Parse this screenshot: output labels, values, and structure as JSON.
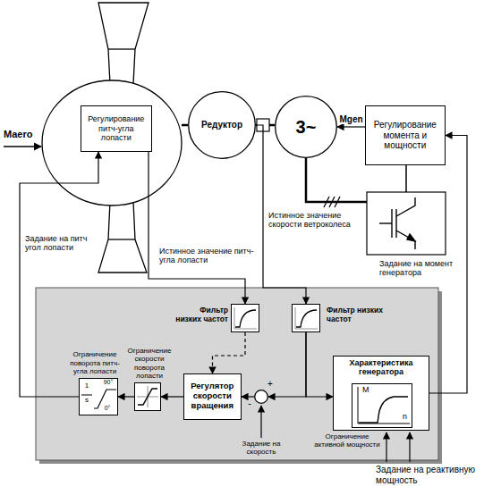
{
  "diagram": {
    "nodes": [
      {
        "text": [
          "Регулирование питч-угла лопасти"
        ]
      },
      {
        "text": [
          "Редуктор"
        ]
      },
      {
        "text": [
          "3~"
        ]
      },
      {
        "text": [
          "Регулирование момента и мощности"
        ]
      },
      {
        "text": [
          "Фильтр низких частот"
        ]
      },
      {
        "text": [
          "Фильтр низких частот"
        ]
      },
      {
        "text": [
          "Ограничение поворота питч-угла лопасти",
          "1",
          "s",
          "90°",
          "0°"
        ]
      },
      {
        "text": [
          "Ограничение скорости поворота лопасти"
        ]
      },
      {
        "text": [
          "Регулятор скорости вращения"
        ]
      },
      {
        "text": [
          "-",
          "+"
        ]
      },
      {
        "text": [
          "Характеристика генератора"
        ]
      },
      {
        "text": [
          "M",
          "n"
        ],
        "in": 10
      }
    ],
    "edges": [
      {
        "from": 0,
        "to": 4,
        "arrow": "to"
      },
      {
        "from": 1,
        "to": 5,
        "arrow": "to"
      },
      {
        "from": 4,
        "to": 8,
        "arrow": "to"
      },
      {
        "from": 5,
        "to": 9,
        "arrow": "to"
      },
      {
        "from": 5,
        "to": 10,
        "arrow": "to"
      },
      {
        "from": 9,
        "to": 8,
        "arrow": "to"
      },
      {
        "from": 8,
        "to": 7,
        "arrow": "to"
      },
      {
        "from": 7,
        "to": 6,
        "arrow": "to"
      },
      {
        "from": 6,
        "to": 0,
        "arrow": "to"
      },
      {
        "from": 10,
        "to": 3,
        "arrow": "to"
      },
      {
        "from": 3,
        "to": 2,
        "label": "Mgen",
        "arrow": "to"
      }
    ],
    "labels": [
      "Maero",
      "Истинное значение скорости ветроколеса",
      "Истинное значение питч-угла лопасти",
      "Задание на питч угол лопасти",
      "Задание на момент генератора",
      "Задание на скорость",
      "Ограничение активной мощности",
      "Задание на реактивную мощность"
    ]
  }
}
